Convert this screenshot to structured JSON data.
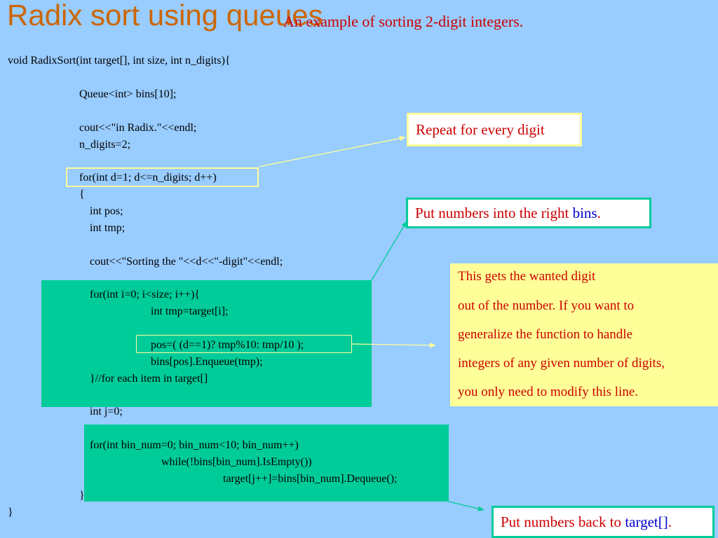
{
  "slide": {
    "title": "Radix sort using queues",
    "subtitle": "An example of sorting 2-digit integers."
  },
  "code": {
    "l01": "void RadixSort(int target[], int size, int n_digits){",
    "l02": "Queue<int> bins[10];",
    "l03": "cout<<\"in Radix.\"<<endl;",
    "l04": "n_digits=2;",
    "l05": "for(int d=1; d<=n_digits; d++)",
    "l06": "{",
    "l07": "int pos;",
    "l08": "int tmp;",
    "l09": "cout<<\"Sorting the \"<<d<<\"-digit\"<<endl;",
    "l10": "for(int i=0; i<size; i++){",
    "l11": "int tmp=target[i];",
    "l12": "pos=( (d==1)? tmp%10: tmp/10 );",
    "l13": "bins[pos].Enqueue(tmp);",
    "l14": "}//for each item in target[]",
    "l15": "int j=0;",
    "l16": "for(int bin_num=0; bin_num<10; bin_num++)",
    "l17": "while(!bins[bin_num].IsEmpty())",
    "l18": "target[j++]=bins[bin_num].Dequeue();",
    "l19": "}",
    "l20": "}"
  },
  "callouts": {
    "repeat": "Repeat for every digit",
    "put_into_prefix": "Put numbers into the right ",
    "put_into_highlight": "bins",
    "put_into_suffix": ".",
    "put_back_prefix": "Put numbers back to ",
    "put_back_highlight": "target[]",
    "put_back_suffix": "."
  },
  "explanation": {
    "lines": [
      "This  gets the wanted digit",
      "out of the number. If you want to",
      "generalize the function to handle",
      "integers of any given number of digits,",
      "you only need to modify this line."
    ]
  },
  "colors": {
    "background": "#99ccff",
    "title": "#cc6600",
    "callout_text": "#cc0000",
    "highlight_text": "#0000cc",
    "green_block": "#00cc99",
    "yellow": "#ffff99"
  }
}
